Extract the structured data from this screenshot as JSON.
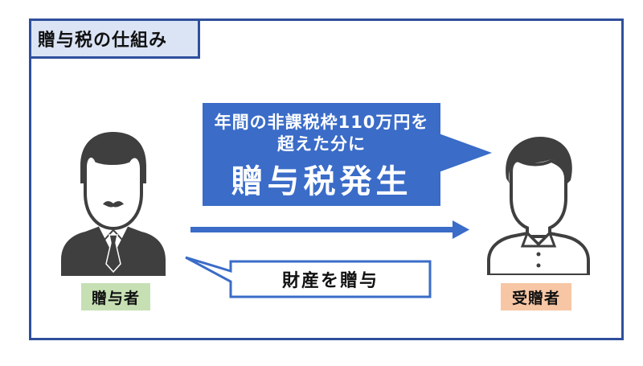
{
  "title": "贈与税の仕組み",
  "callout": {
    "line1": "年間の非課税枠110万円を",
    "line2": "超えた分に",
    "big": "贈与税発生"
  },
  "gift_label": "財産を贈与",
  "giver": {
    "label": "贈与者",
    "label_color": "#c6e0b4"
  },
  "receiver": {
    "label": "受贈者",
    "label_color": "#f7c6a5"
  },
  "colors": {
    "frame": "#2f4f9c",
    "title_bg": "#dbe4f5",
    "callout_bg": "#3a6cc8",
    "arrow": "#3a6cc8",
    "icon": "#3f3f3f"
  }
}
